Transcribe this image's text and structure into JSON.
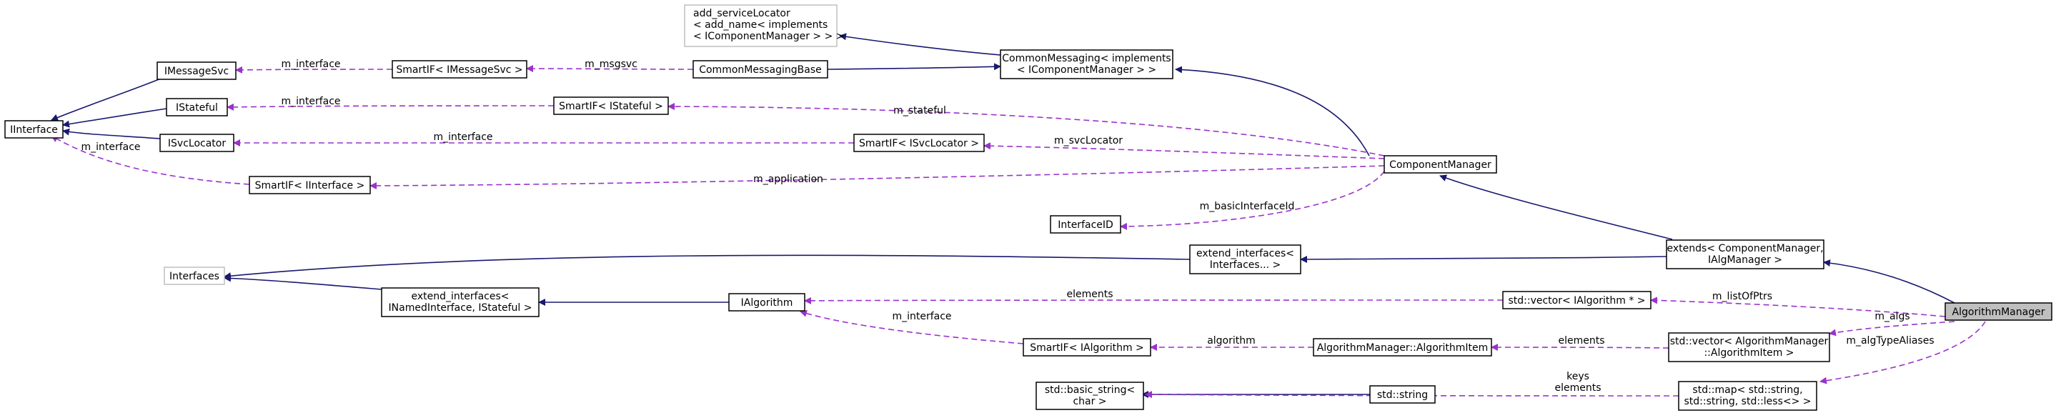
{
  "nodes": {
    "iinterface": [
      "IInterface"
    ],
    "imessagesvc": [
      "IMessageSvc"
    ],
    "istateful": [
      "IStateful"
    ],
    "isvclocator": [
      "ISvcLocator"
    ],
    "smartif_iinterface": [
      "SmartIF< IInterface >"
    ],
    "smartif_imessagesvc": [
      "SmartIF< IMessageSvc >"
    ],
    "smartif_istateful": [
      "SmartIF< IStateful >"
    ],
    "smartif_isvclocator": [
      "SmartIF< ISvcLocator >"
    ],
    "add_servicelocator": [
      "add_serviceLocator",
      "< add_name< implements",
      "< IComponentManager > > >"
    ],
    "commonmessagingbase": [
      "CommonMessagingBase"
    ],
    "commonmessaging": [
      "CommonMessaging< implements",
      "< IComponentManager > >"
    ],
    "componentmanager": [
      "ComponentManager"
    ],
    "interfaceid": [
      "InterfaceID"
    ],
    "interfaces": [
      "Interfaces"
    ],
    "extend_interfaces_named": [
      "extend_interfaces<",
      "INamedInterface, IStateful >"
    ],
    "extend_interfaces_pack": [
      "extend_interfaces<",
      "Interfaces... >"
    ],
    "extends_componentmanager": [
      "extends< ComponentManager,",
      "IAlgManager >"
    ],
    "ialgorithm": [
      "IAlgorithm"
    ],
    "vector_ialgorithm": [
      "std::vector< IAlgorithm * >"
    ],
    "smartif_ialgorithm": [
      "SmartIF< IAlgorithm >"
    ],
    "algorithmitem": [
      "AlgorithmManager::AlgorithmItem"
    ],
    "vector_algorithmitem": [
      "std::vector< AlgorithmManager",
      "::AlgorithmItem >"
    ],
    "algorithmmanager": [
      "AlgorithmManager"
    ],
    "basic_string": [
      "std::basic_string<",
      "char >"
    ],
    "std_string": [
      "std::string"
    ],
    "std_map": [
      "std::map< std::string,",
      "std::string, std::less<> >"
    ]
  },
  "edge_labels": {
    "imessagesvc_m_interface": [
      "m_interface"
    ],
    "istateful_m_interface": [
      "m_interface"
    ],
    "isvclocator_m_interface": [
      "m_interface"
    ],
    "iinterface_m_interface": [
      "m_interface"
    ],
    "m_msgsvc": [
      "m_msgsvc"
    ],
    "m_stateful": [
      "m_stateful"
    ],
    "m_svclocator": [
      "m_svcLocator"
    ],
    "m_application": [
      "m_application"
    ],
    "m_basicinterfaceid": [
      "m_basicInterfaceId"
    ],
    "elements_ialgorithm": [
      "elements"
    ],
    "ialgorithm_m_interface": [
      "m_interface"
    ],
    "algorithm": [
      "algorithm"
    ],
    "elements_algorithmitem": [
      "elements"
    ],
    "m_listofptrs": [
      "m_listOfPtrs"
    ],
    "m_algs": [
      "m_algs"
    ],
    "m_algtypealiases": [
      "m_algTypeAliases"
    ],
    "keys_elements": [
      "keys",
      "elements"
    ]
  },
  "colors": {
    "inheritance_edge": "#191970",
    "usage_edge": "#9a32cd",
    "focus_fill": "#bfbfbf",
    "grey_border": "#bfbfbf"
  }
}
